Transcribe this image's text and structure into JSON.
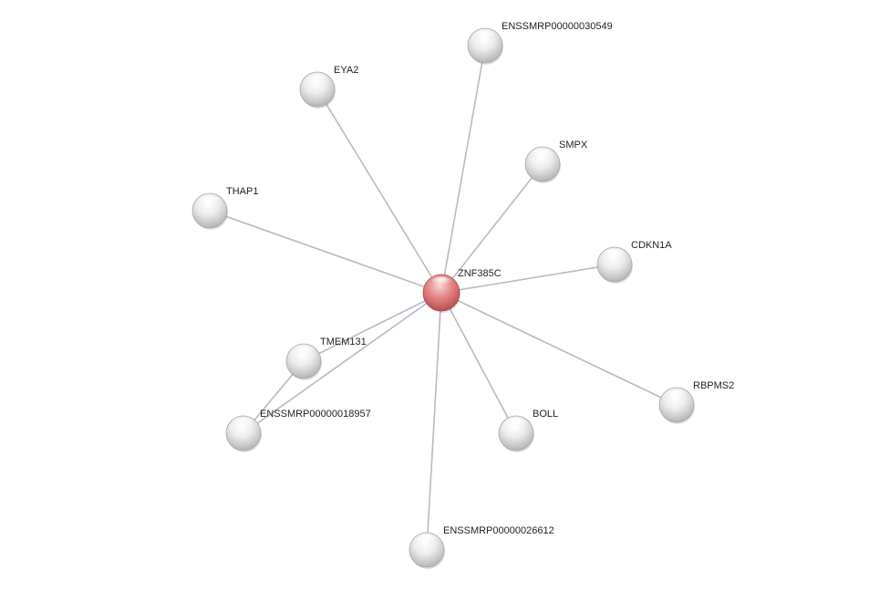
{
  "network": {
    "center": "ZNF385C",
    "nodes": [
      {
        "id": "ZNF385C",
        "label": "ZNF385C",
        "query": true
      },
      {
        "id": "ENSSMRP00000030549",
        "label": "ENSSMRP00000030549"
      },
      {
        "id": "EYA2",
        "label": "EYA2"
      },
      {
        "id": "SMPX",
        "label": "SMPX"
      },
      {
        "id": "THAP1",
        "label": "THAP1"
      },
      {
        "id": "CDKN1A",
        "label": "CDKN1A"
      },
      {
        "id": "TMEM131",
        "label": "TMEM131"
      },
      {
        "id": "ENSSMRP00000018957",
        "label": "ENSSMRP00000018957"
      },
      {
        "id": "BOLL",
        "label": "BOLL"
      },
      {
        "id": "RBPMS2",
        "label": "RBPMS2"
      },
      {
        "id": "ENSSMRP00000026612",
        "label": "ENSSMRP00000026612"
      }
    ],
    "edges": [
      {
        "source": "ZNF385C",
        "target": "ENSSMRP00000030549"
      },
      {
        "source": "ZNF385C",
        "target": "EYA2"
      },
      {
        "source": "ZNF385C",
        "target": "SMPX"
      },
      {
        "source": "ZNF385C",
        "target": "THAP1"
      },
      {
        "source": "ZNF385C",
        "target": "CDKN1A"
      },
      {
        "source": "ZNF385C",
        "target": "TMEM131"
      },
      {
        "source": "ZNF385C",
        "target": "ENSSMRP00000018957"
      },
      {
        "source": "ZNF385C",
        "target": "BOLL"
      },
      {
        "source": "ZNF385C",
        "target": "RBPMS2"
      },
      {
        "source": "ZNF385C",
        "target": "ENSSMRP00000026612"
      },
      {
        "source": "TMEM131",
        "target": "ENSSMRP00000018957"
      }
    ],
    "colors": {
      "query_node": "#e07b7b",
      "partner_node": "#d8d8d8",
      "edge": "#b9b8c8"
    }
  }
}
